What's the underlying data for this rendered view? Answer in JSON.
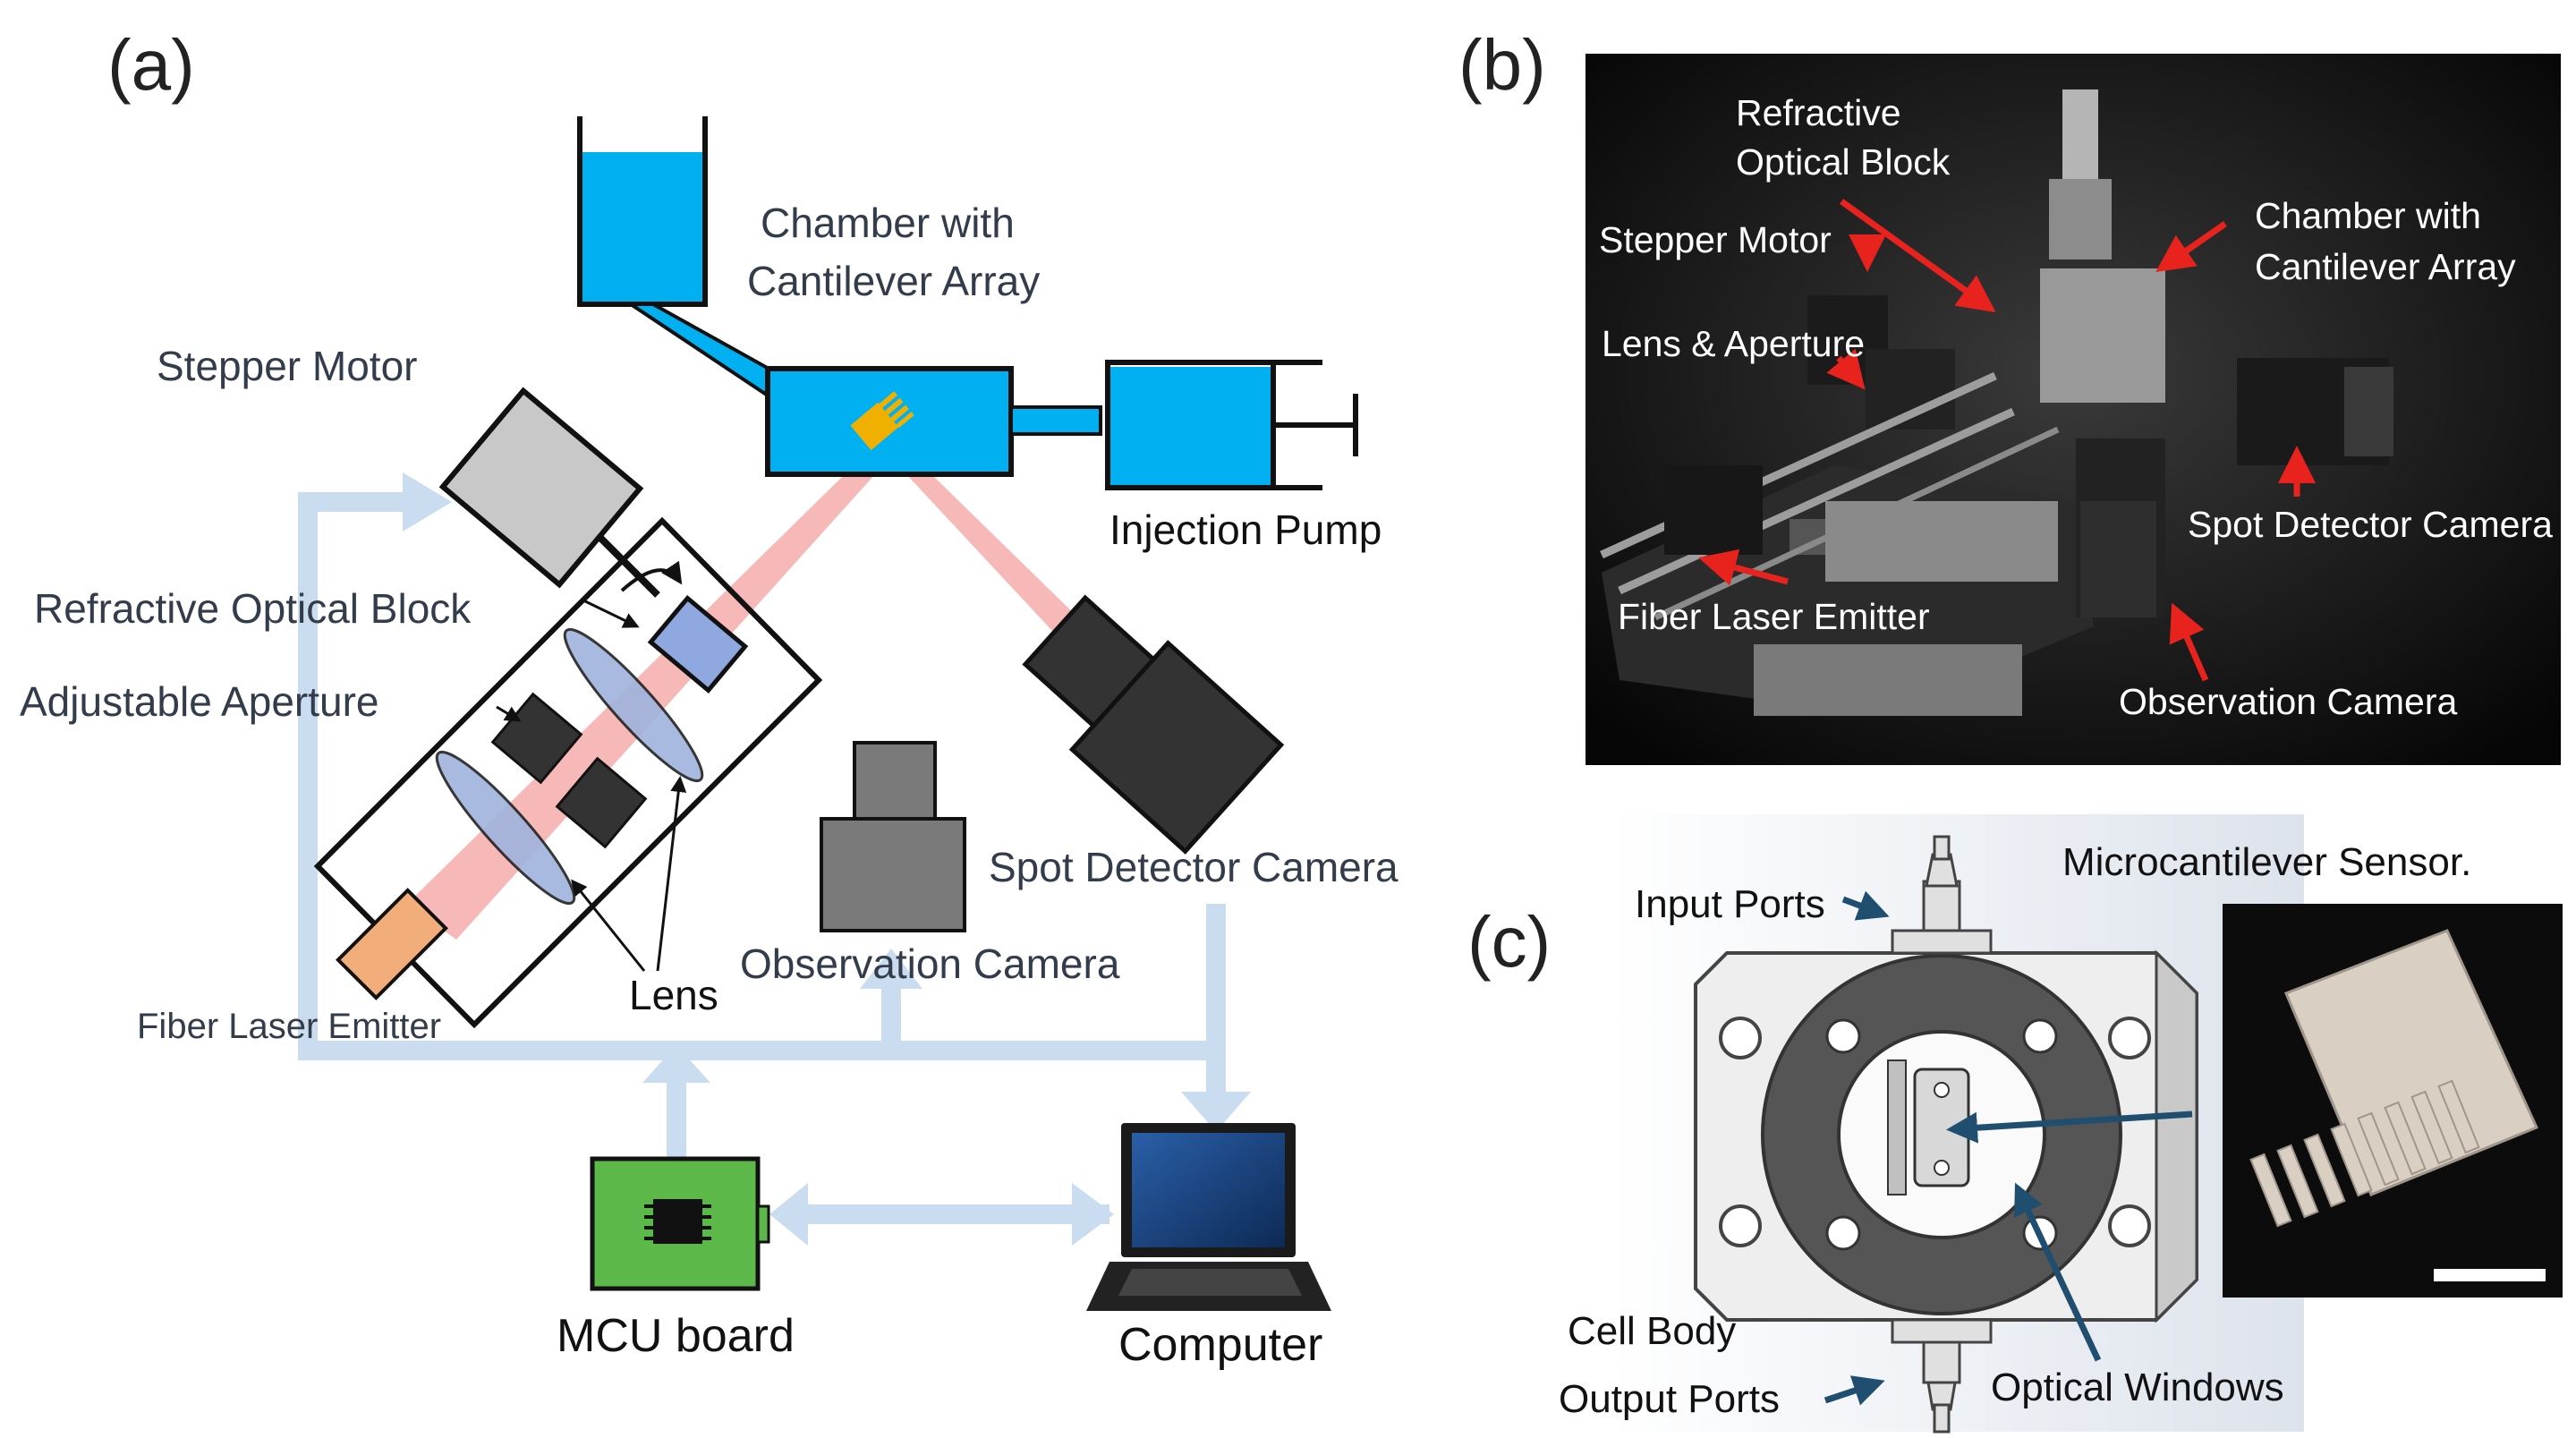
{
  "panel_labels": {
    "a": "(a)",
    "b": "(b)",
    "c": "(c)"
  },
  "panel_a": {
    "chamber": "Chamber with\nCantilever Array",
    "stepper_motor": "Stepper Motor",
    "injection_pump": "Injection Pump",
    "refractive_optical_block": "Refractive Optical Block",
    "adjustable_aperture": "Adjustable Aperture",
    "spot_detector_camera": "Spot Detector Camera",
    "observation_camera": "Observation Camera",
    "lens": "Lens",
    "fiber_laser_emitter": "Fiber Laser Emitter",
    "mcu_board": "MCU board",
    "computer": "Computer"
  },
  "panel_b": {
    "refractive_optical_block": "Refractive\nOptical Block",
    "stepper_motor": "Stepper Motor",
    "chamber": "Chamber with\nCantilever Array",
    "lens_aperture": "Lens & Aperture",
    "spot_detector_camera": "Spot Detector Camera",
    "fiber_laser_emitter": "Fiber Laser Emitter",
    "observation_camera": "Observation Camera"
  },
  "panel_c": {
    "input_ports": "Input Ports",
    "microcantilever_sensor": "Microcantilever Sensor.",
    "cell_body": "Cell Body",
    "output_ports": "Output Ports",
    "optical_windows": "Optical Windows"
  },
  "colors": {
    "fluid": "#00b0f0",
    "chip": "#f0b000",
    "laser": "#f4a0a0",
    "lens": "#9fb3dc",
    "arrow_flow": "#c9dcf0",
    "mcu": "#5cb848",
    "arrow_red": "#e8231e",
    "arrow_navy": "#1f4e6e"
  }
}
